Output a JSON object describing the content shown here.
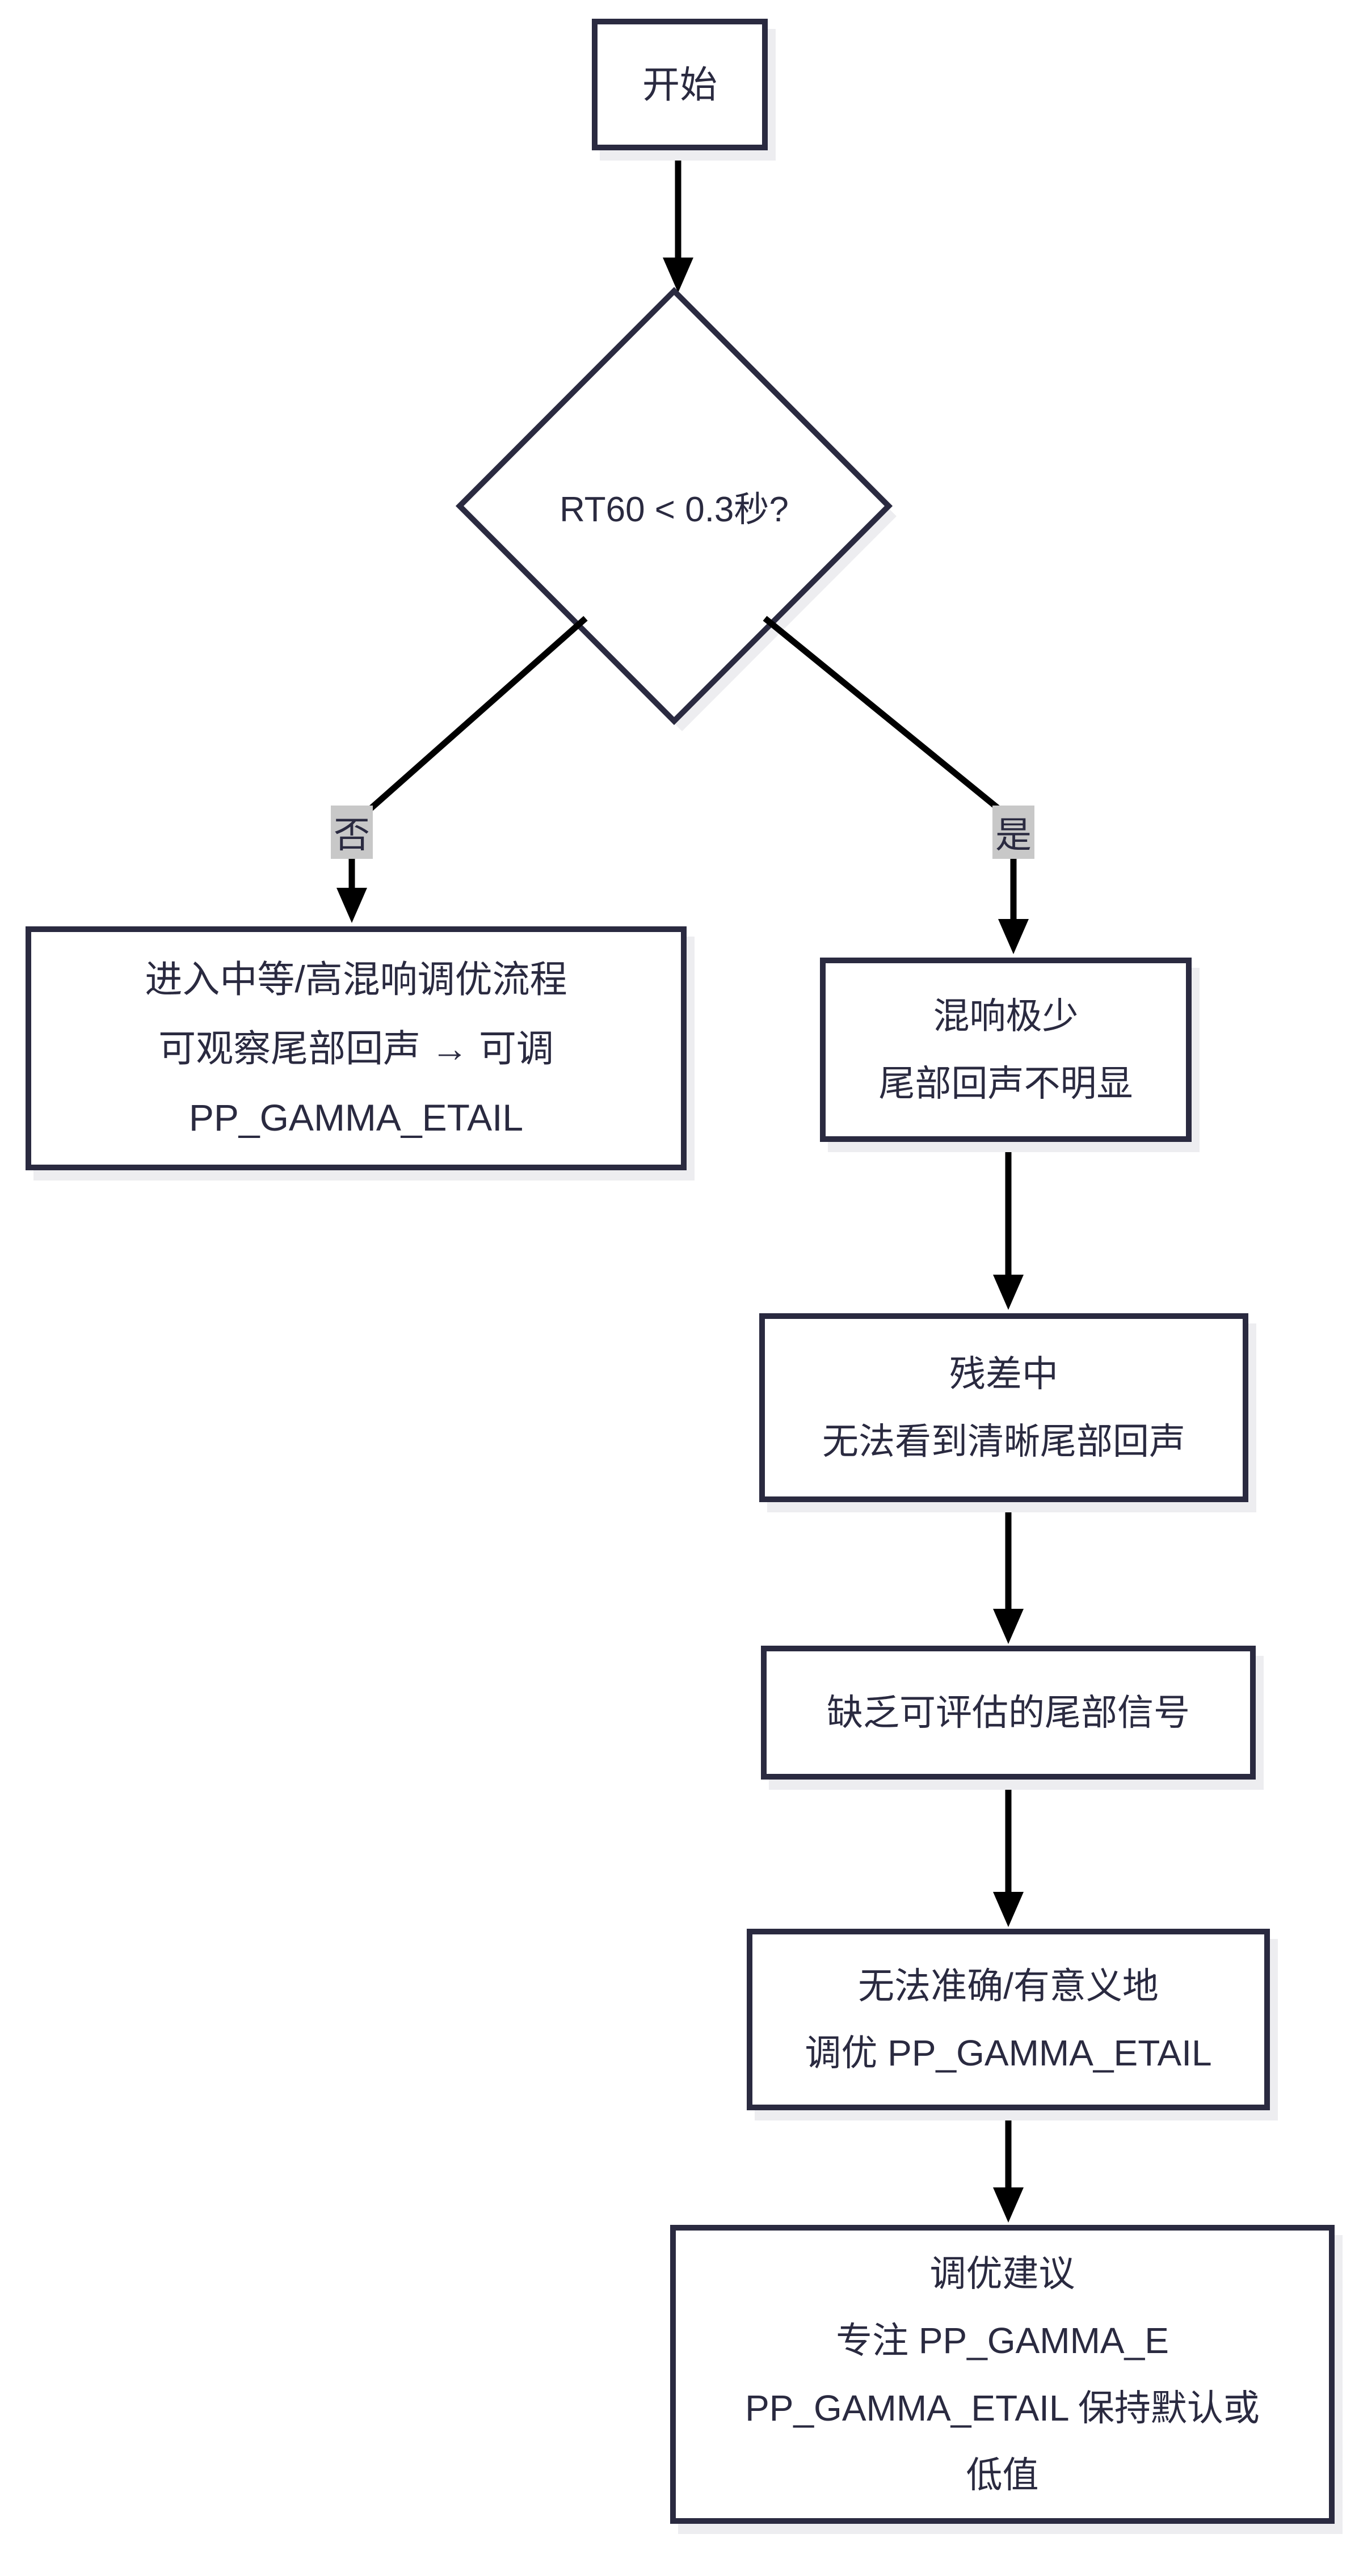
{
  "diagram": {
    "background": "#ffffff",
    "colors": {
      "ink": "#2a2a40",
      "connector": "#000000",
      "branch_label_bg": "#c8c8c8",
      "shadow": "#ededf0"
    },
    "nodes": {
      "start": {
        "label": "开始"
      },
      "decision": {
        "label": "RT60 < 0.3秒?"
      },
      "no_branch_label": "否",
      "yes_branch_label": "是",
      "no_box": {
        "lines": [
          "进入中等/高混响调优流程",
          "可观察尾部回声 → 可调",
          "PP_GAMMA_ETAIL"
        ]
      },
      "yes_box": {
        "lines": [
          "混响极少",
          "尾部回声不明显"
        ]
      },
      "residual_box": {
        "lines": [
          "残差中",
          "无法看到清晰尾部回声"
        ]
      },
      "no_signal_box": {
        "lines": [
          "缺乏可评估的尾部信号"
        ]
      },
      "cannot_tune_box": {
        "lines": [
          "无法准确/有意义地",
          "调优 PP_GAMMA_ETAIL"
        ]
      },
      "advice_box": {
        "lines": [
          "调优建议",
          "专注 PP_GAMMA_E",
          "PP_GAMMA_ETAIL 保持默认或",
          "低值"
        ]
      }
    }
  }
}
